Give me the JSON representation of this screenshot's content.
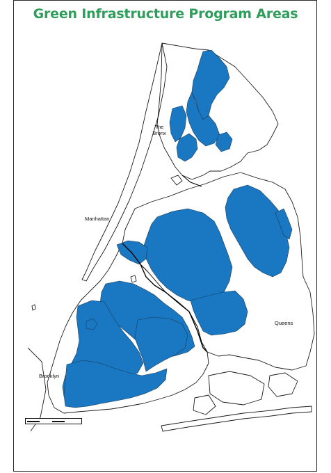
{
  "title": "Green Infrastructure Program Areas",
  "colors": {
    "title": "#2e9e5b",
    "program_area": "#1a78c2",
    "program_area_stroke": "#1d3a56",
    "land_outline": "#1a1a1a",
    "borough_boundary": "#000000"
  },
  "labels": {
    "bronx": "The\nBronx",
    "manhattan": "Manhattan",
    "queens": "Queens",
    "brooklyn": "Brooklyn"
  },
  "scale_bar": {
    "icon": "scale-bar-icon"
  }
}
